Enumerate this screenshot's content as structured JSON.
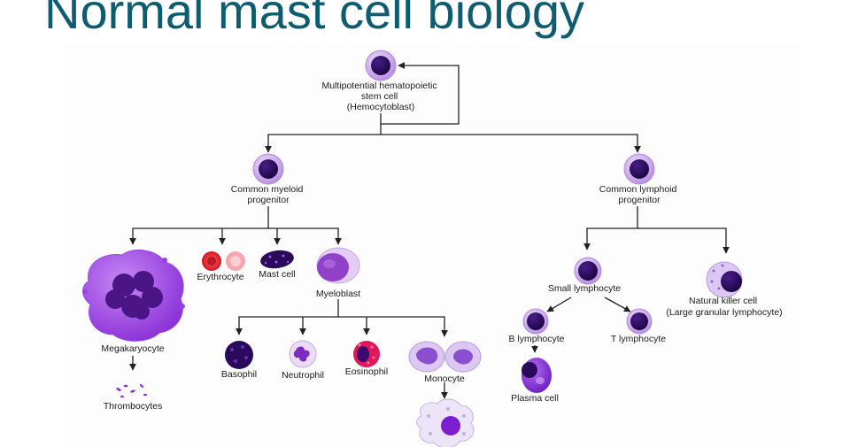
{
  "title": "Normal mast cell biology",
  "nodes": {
    "stem": [
      "Multipotential hematopoietic",
      "stem cell",
      "(Hemocytoblast)"
    ],
    "myeloid": [
      "Common myeloid",
      "progenitor"
    ],
    "lymphoid": [
      "Common lymphoid",
      "progenitor"
    ],
    "megakaryocyte": "Megakaryocyte",
    "thrombocytes": "Thrombocytes",
    "erythrocyte": "Erythrocyte",
    "mast_cell": "Mast cell",
    "myeloblast": "Myeloblast",
    "basophil": "Basophil",
    "neutrophil": "Neutrophil",
    "eosinophil": "Eosinophil",
    "monocyte": "Monocyte",
    "small_lymphocyte": "Small lymphocyte",
    "nk_cell": [
      "Natural killer cell",
      "(Large granular lymphocyte)"
    ],
    "b_lymphocyte": "B lymphocyte",
    "t_lymphocyte": "T lymphocyte",
    "plasma_cell": "Plasma cell"
  },
  "colors": {
    "title": "#0e5c72",
    "line": "#222222",
    "cell_outer": "#d7b8ef",
    "cell_nucleus": "#2a0a5a",
    "cell_purple": "#8a35d8",
    "erythrocyte": "#d8101a",
    "eosinophil_granules": "#e0185a"
  }
}
